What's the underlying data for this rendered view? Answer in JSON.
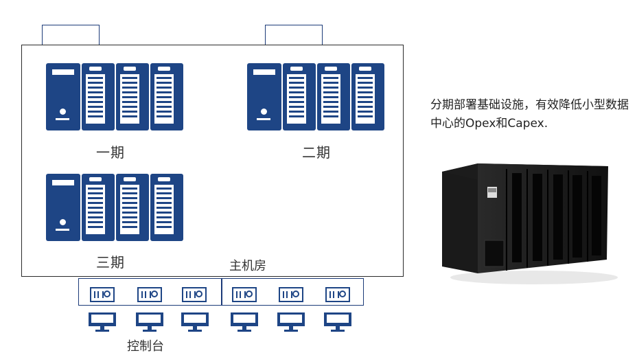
{
  "phases": {
    "phase1_label": "一期",
    "phase2_label": "二期",
    "phase3_label": "三期"
  },
  "room_label": "主机房",
  "console_label": "控制台",
  "description": "分期部署基础设施，有效降低小型数据中心的Opex和Capex.",
  "icons": {
    "server": "server-rack-icon",
    "projector": "projector-icon",
    "monitor": "monitor-icon",
    "product": "modular-data-center-cabinet"
  },
  "colors": {
    "accent": "#1e4585",
    "border": "#2a2a2a"
  }
}
